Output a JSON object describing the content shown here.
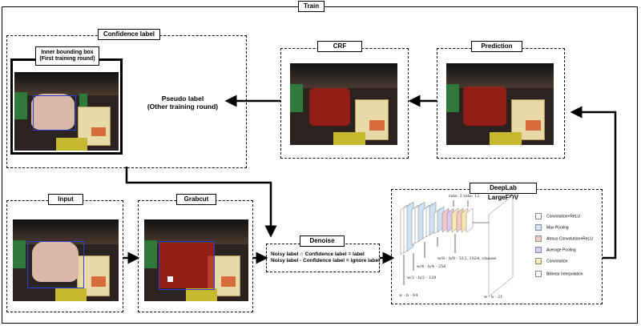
{
  "train_label": "Train",
  "panels": {
    "confidence": "Confidence label",
    "crf": "CRF",
    "prediction": "Prediction",
    "input": "Input",
    "grabcut": "Grabcut",
    "denoise": "Denoise",
    "deeplab": "DeepLab LargeFOV"
  },
  "inner_box_label_1": "Inner bounding box",
  "inner_box_label_2": "(First training round)",
  "pseudo_label_1": "Pseudo label",
  "pseudo_label_2": "(Other training round)",
  "denoise_line_1": "Noisy label ∩ Confidence label = label",
  "denoise_line_2": "Noisy label - Confidence label = ignore label",
  "network": {
    "rate_label": "rate: 2 rate: 12",
    "legend": [
      {
        "label": "Convolution+ReLU",
        "color": "#ffffff"
      },
      {
        "label": "Max Pooling",
        "color": "#cfe3f6"
      },
      {
        "label": "Atrous Convolution+ReLU",
        "color": "#f6c6c6"
      },
      {
        "label": "Average Pooling",
        "color": "#d9c9ee"
      },
      {
        "label": "Convolution",
        "color": "#fbe9b0"
      },
      {
        "label": "Bilinear Interpolation",
        "color": "#ffffff"
      }
    ],
    "dims": {
      "d1": "w · h · 64",
      "d2_num": "w",
      "d2_den": "2",
      "d2_mid": "h",
      "d2_mid_den": "2",
      "d2_c": "128",
      "d3_num": "w",
      "d3_den": "4",
      "d3_mid": "h",
      "d3_mid_den": "4",
      "d3_c": "256",
      "d4_num": "w",
      "d4_den": "8",
      "d4_mid": "h",
      "d4_mid_den": "8",
      "d4_c": "512, 1024, classes",
      "d5": "w · h · 21"
    }
  }
}
